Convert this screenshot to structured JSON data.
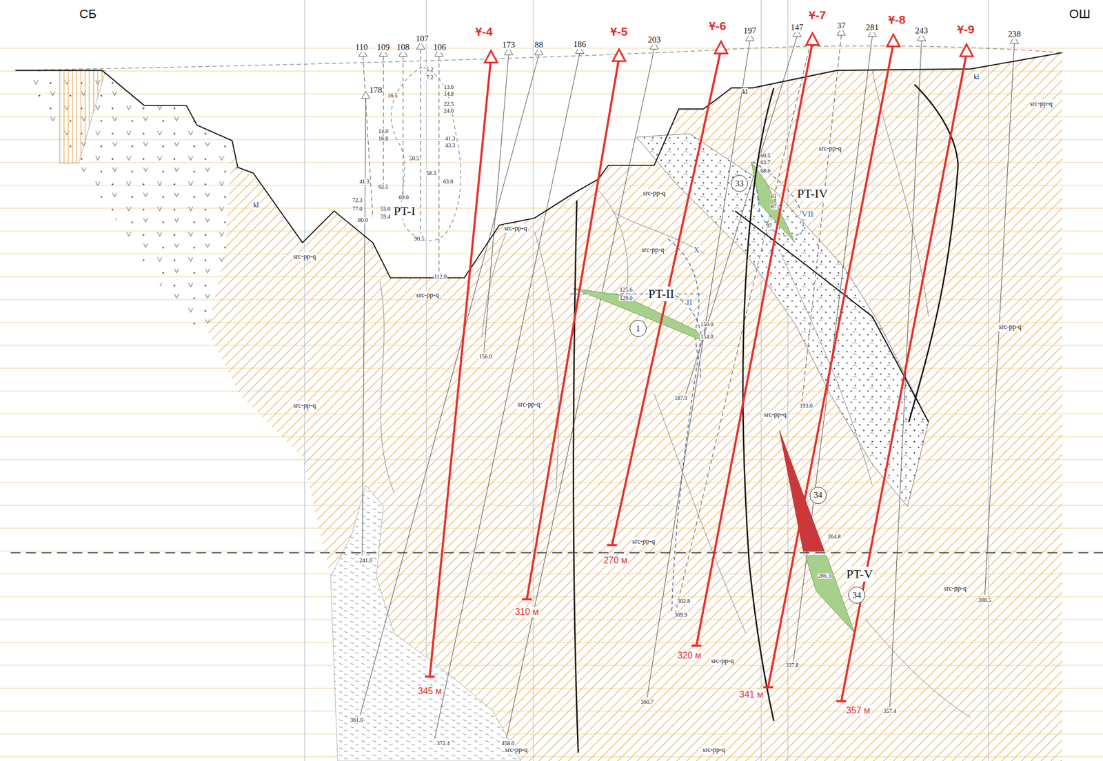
{
  "diagram": {
    "nodes": [
      {
        "text": [
          "1"
        ]
      },
      {
        "text": [
          "33"
        ]
      },
      {
        "text": [
          "34"
        ]
      },
      {
        "text": [
          "34"
        ]
      }
    ],
    "labels": [
      "СБ",
      "ОШ",
      "Ұ-4",
      "Ұ-5",
      "Ұ-6",
      "Ұ-7",
      "Ұ-8",
      "Ұ-9",
      "110",
      "109",
      "108",
      "107",
      "106",
      "173",
      "88",
      "186",
      "203",
      "197",
      "147",
      "37",
      "281",
      "243",
      "238",
      "178",
      "PT-I",
      "PT-II",
      "PT-IV",
      "PT-V",
      "5.2",
      "7.2",
      "13.6",
      "14.8",
      "22.5",
      "24.0",
      "16.5",
      "14.0",
      "16.8",
      "41.3",
      "43.3",
      "50.5",
      "58.3",
      "63.0",
      "41.3",
      "62.5",
      "69.0",
      "72.3",
      "77.0",
      "55.0",
      "59.4",
      "80.0",
      "90.5",
      "112.0",
      "156.0",
      "125.6",
      "129.0",
      "150.0",
      "154.0",
      "187.0",
      "60.5",
      "63.7",
      "68.6",
      "81",
      "87",
      "97",
      "193.0",
      "264.8",
      "286.3",
      "302.8",
      "309.9",
      "241.0",
      "361.0",
      "372.4",
      "458.0",
      "360.7",
      "337.8",
      "357.4",
      "308.5",
      "345 м",
      "310 м",
      "270 м",
      "320 м",
      "341 м",
      "357 м",
      "src-pp-q",
      "src-pp-q",
      "src-pp-q",
      "src-pp-q",
      "src-pp-q",
      "src-pp-q",
      "src-pp-q",
      "src-pp-q",
      "src-pp-q",
      "src-pp-q",
      "src-pp-q",
      "src-pp-q",
      "src-pp-q",
      "src-pp-q",
      "src-pp-q",
      "src-pp-q",
      "kl",
      "kl",
      "kl",
      "X",
      "II",
      "VII"
    ]
  }
}
